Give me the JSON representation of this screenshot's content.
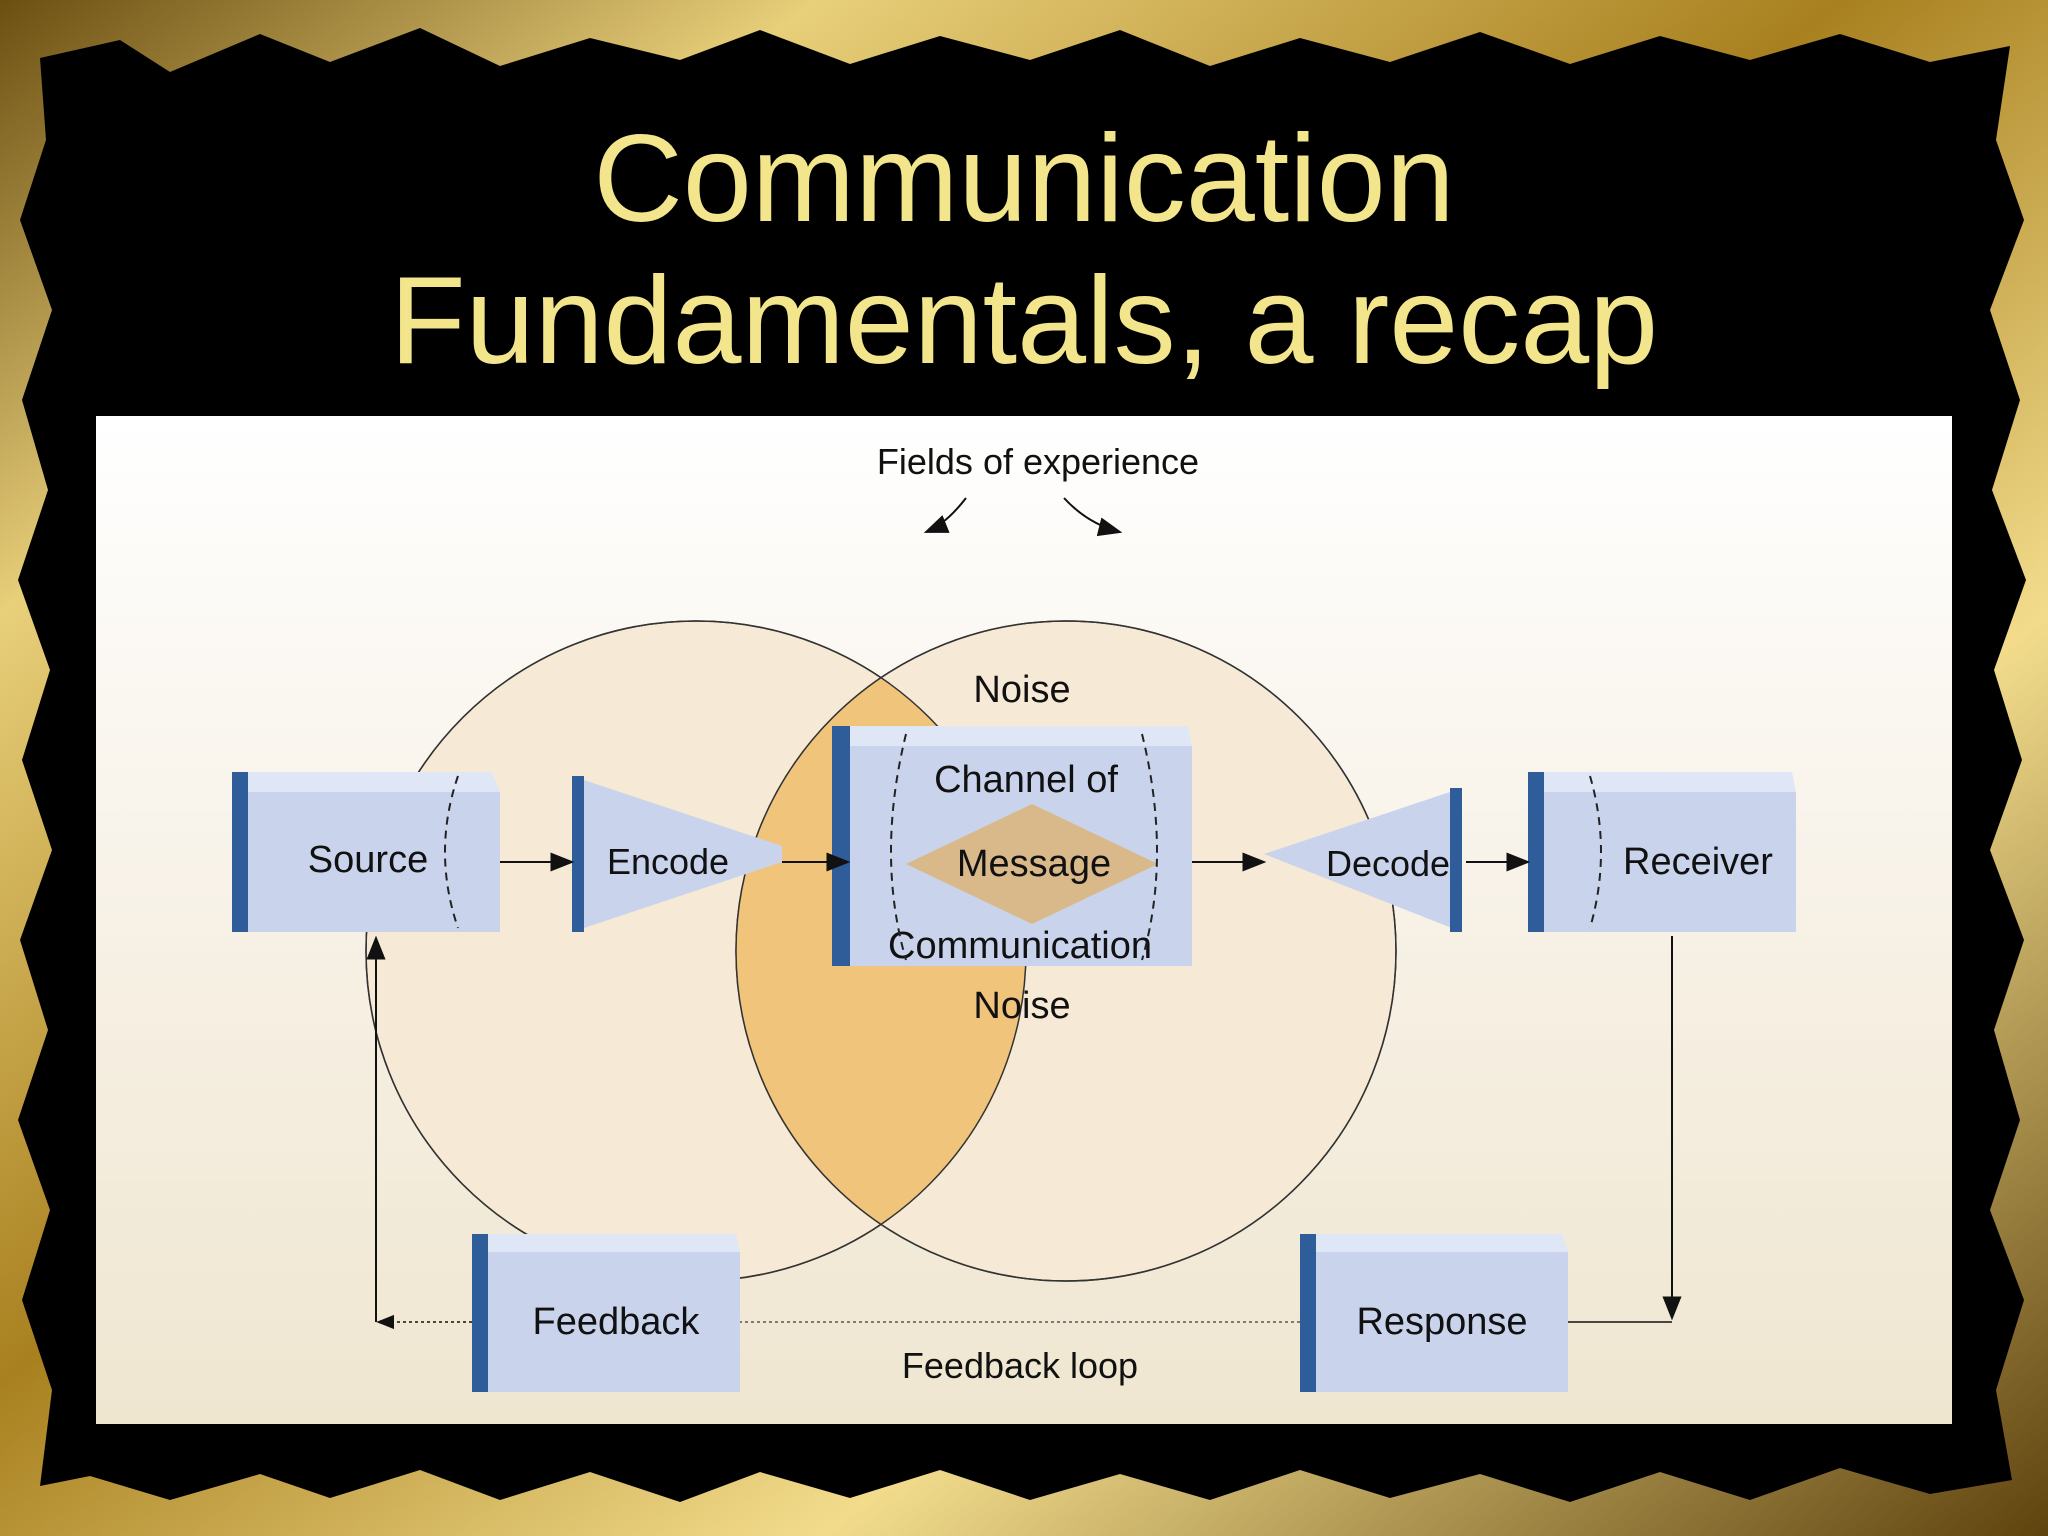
{
  "slide": {
    "title_line1": "Communication",
    "title_line2": "Fundamentals, a recap"
  },
  "diagram": {
    "fields_label": "Fields of experience",
    "noise_top": "Noise",
    "noise_bottom": "Noise",
    "channel_top": "Channel of",
    "message": "Message",
    "channel_bottom": "Communication",
    "source": "Source",
    "encode": "Encode",
    "decode": "Decode",
    "receiver": "Receiver",
    "feedback": "Feedback",
    "response": "Response",
    "loop_label": "Feedback loop"
  },
  "colors": {
    "title": "#f3e58c",
    "frame_gold": "#c9a23a",
    "panel": "#f4ecdc",
    "overlap": "#f0c47a",
    "box_face": "#c9d4ec",
    "box_side": "#2f5d9a",
    "box_top": "#dfe6f5",
    "message_diamond": "#d9b98a"
  }
}
